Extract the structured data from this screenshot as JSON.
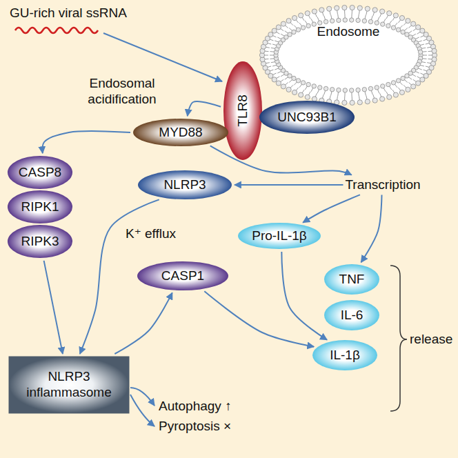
{
  "diagram": {
    "nodes": [
      {
        "text": [
          "Endosome"
        ]
      },
      {
        "text": [
          "TLR8"
        ]
      },
      {
        "text": [
          "UNC93B1"
        ]
      },
      {
        "text": [
          "MYD88"
        ]
      },
      {
        "text": [
          "CASP8"
        ]
      },
      {
        "text": [
          "RIPK1"
        ]
      },
      {
        "text": [
          "RIPK3"
        ]
      },
      {
        "text": [
          "Transcription"
        ]
      },
      {
        "text": [
          "NLRP3"
        ]
      },
      {
        "text": [
          "Pro-IL-1β"
        ]
      },
      {
        "text": [
          "TNF"
        ]
      },
      {
        "text": [
          "IL-6"
        ]
      },
      {
        "text": [
          "IL-1β"
        ]
      },
      {
        "text": [
          "CASP1"
        ]
      },
      {
        "text": [
          "NLRP3 inflammasome"
        ]
      }
    ],
    "edges": [
      {
        "from": 1,
        "to": 3,
        "arrow": "to"
      },
      {
        "from": 3,
        "to": 4,
        "arrow": "to"
      },
      {
        "from": 3,
        "to": 7,
        "arrow": "to"
      },
      {
        "from": 7,
        "to": 8,
        "arrow": "to"
      },
      {
        "from": 7,
        "to": 9,
        "arrow": "to"
      },
      {
        "from": 7,
        "to": 10,
        "arrow": "to"
      },
      {
        "from": 6,
        "to": 14,
        "arrow": "to"
      },
      {
        "from": 8,
        "to": 14,
        "arrow": "to"
      },
      {
        "from": 14,
        "to": 13,
        "arrow": "to"
      },
      {
        "from": 13,
        "to": 12,
        "arrow": "to"
      },
      {
        "from": 9,
        "to": 12,
        "arrow": "to"
      }
    ],
    "labels": [
      "GU-rich viral ssRNA",
      "Endosomal acidification",
      "K⁺ efflux",
      "release",
      "Autophagy ↑",
      "Pyroptosis ×"
    ]
  }
}
